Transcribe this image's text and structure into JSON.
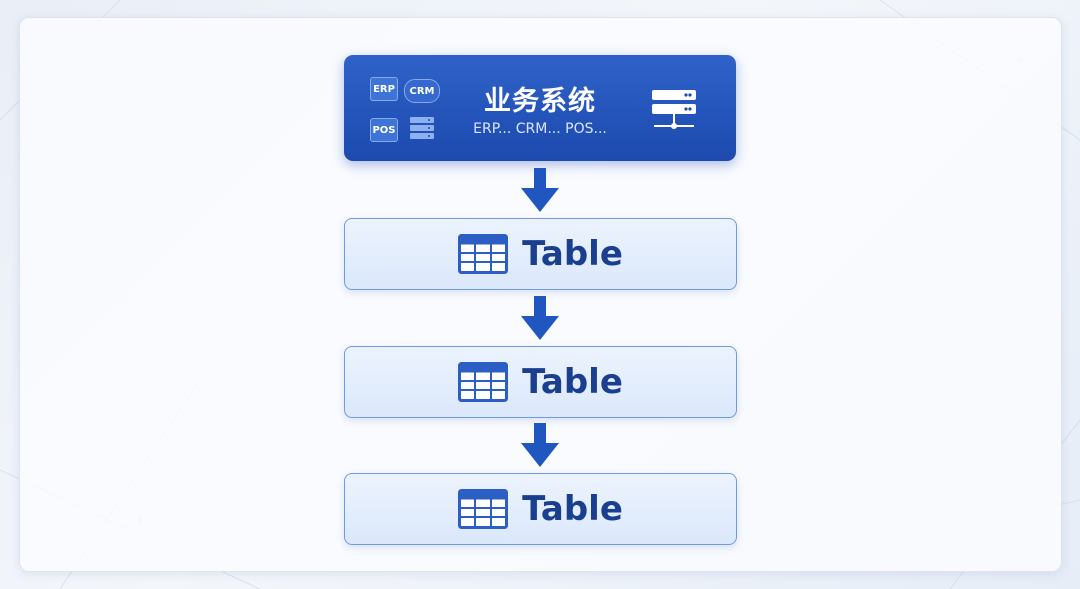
{
  "system": {
    "title": "业务系统",
    "subtitle": "ERP... CRM... POS...",
    "badges": {
      "erp": "ERP",
      "crm": "CRM",
      "pos": "POS"
    }
  },
  "tables": [
    {
      "label": "Table"
    },
    {
      "label": "Table"
    },
    {
      "label": "Table"
    }
  ],
  "colors": {
    "system_box": "#1c4aae",
    "arrow": "#1f56c0",
    "table_border": "#6e9be3",
    "table_text": "#1a3f8f"
  }
}
